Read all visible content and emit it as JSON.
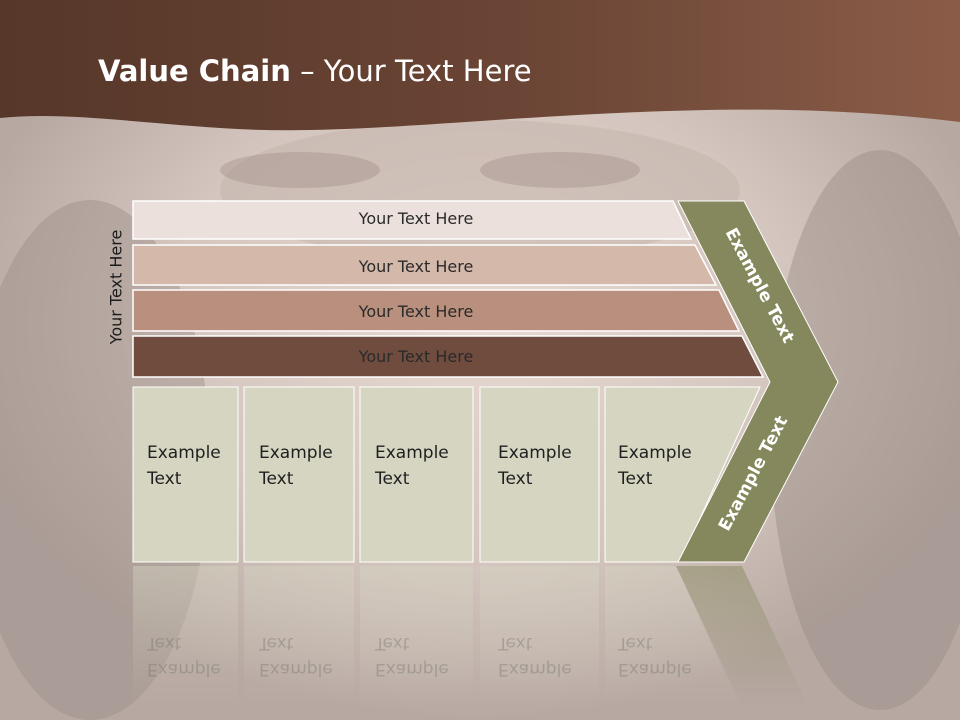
{
  "title": {
    "bold": "Value Chain",
    "rest": " – Your Text Here"
  },
  "side_label": "Your Text Here",
  "bands": [
    "Your Text Here",
    "Your Text Here",
    "Your Text Here",
    "Your Text Here"
  ],
  "boxes": [
    [
      "Example",
      "Text"
    ],
    [
      "Example",
      "Text"
    ],
    [
      "Example",
      "Text"
    ],
    [
      "Example",
      "Text"
    ],
    [
      "Example",
      "Text"
    ]
  ],
  "chevron": {
    "upper": "Example Text",
    "lower": "Example Text"
  },
  "colors": {
    "header": "#6e4a3c",
    "band1": "#ece0dc",
    "band2": "#d4b8aa",
    "band3": "#b98f7d",
    "band4": "#6f4c3e",
    "boxes": "#d6d5c2",
    "chevron": "#85875c"
  }
}
